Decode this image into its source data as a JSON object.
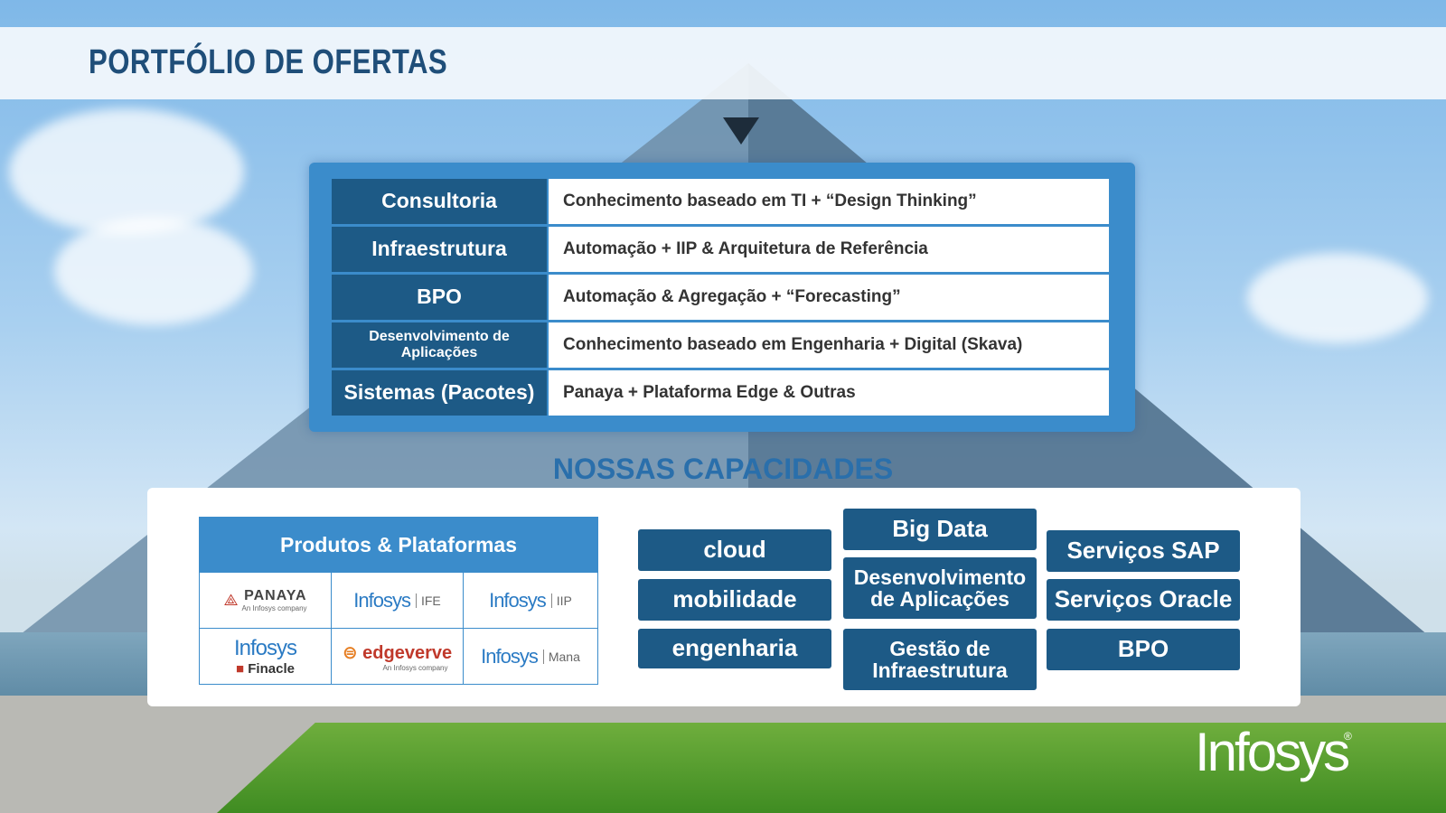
{
  "header": {
    "title": "PORTFÓLIO DE OFERTAS"
  },
  "offers": [
    {
      "label": "Consultoria",
      "desc": "Conhecimento baseado em TI + “Design Thinking”"
    },
    {
      "label": "Infraestrutura",
      "desc": "Automação + IIP & Arquitetura de Referência"
    },
    {
      "label": "BPO",
      "desc": "Automação & Agregação + “Forecasting”"
    },
    {
      "label": "Desenvolvimento de Aplicações",
      "desc": "Conhecimento baseado em Engenharia + Digital (Skava)"
    },
    {
      "label": "Sistemas (Pacotes)",
      "desc": "Panaya + Plataforma Edge & Outras"
    }
  ],
  "capabilities": {
    "title": "NOSSAS CAPACIDADES",
    "products_header": "Produtos & Plataformas",
    "logos": [
      {
        "main": "PANAYA",
        "sub": "An Infosys company"
      },
      {
        "main": "Infosys",
        "sub": "IFE"
      },
      {
        "main": "Infosys",
        "sub": "IIP"
      },
      {
        "main": "Infosys",
        "sub": "Finacle"
      },
      {
        "main": "edgeverve",
        "sub": "An Infosys company"
      },
      {
        "main": "Infosys",
        "sub": "Mana"
      }
    ],
    "col1": [
      "cloud",
      "mobilidade",
      "engenharia"
    ],
    "col2": [
      "Big Data",
      "Desenvolvimento de Aplicações",
      "Gestão de Infraestrutura"
    ],
    "col3": [
      "Serviços SAP",
      "Serviços Oracle",
      "BPO"
    ]
  },
  "brand": {
    "logo": "Infosys",
    "registered": "®"
  },
  "colors": {
    "primary": "#1d5a86",
    "accent": "#3b8ccb",
    "title": "#1f4e79"
  }
}
